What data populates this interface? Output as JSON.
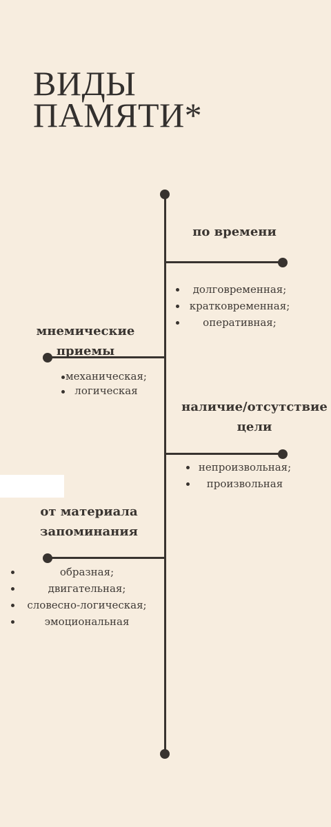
{
  "title": {
    "line1": "ВИДЫ",
    "line2": "ПАМЯТИ*"
  },
  "branches": [
    {
      "heading_lines": [
        "по времени"
      ],
      "items": [
        "долговременная;",
        "кратковременная;",
        "оперативная;"
      ]
    },
    {
      "heading_lines": [
        "мнемические приемы"
      ],
      "items": [
        "механическая;",
        "логическая"
      ]
    },
    {
      "heading_lines": [
        "наличие/отсутствие",
        "цели"
      ],
      "items": [
        "непроизвольная;",
        "произвольная"
      ]
    },
    {
      "heading_lines": [
        "от материала",
        "запоминания"
      ],
      "items": [
        "образная;",
        "двигательная;",
        "словесно-логическая;",
        "эмоциональная"
      ]
    }
  ],
  "colors": {
    "background": "#f7eddf",
    "ink": "#38332f"
  }
}
